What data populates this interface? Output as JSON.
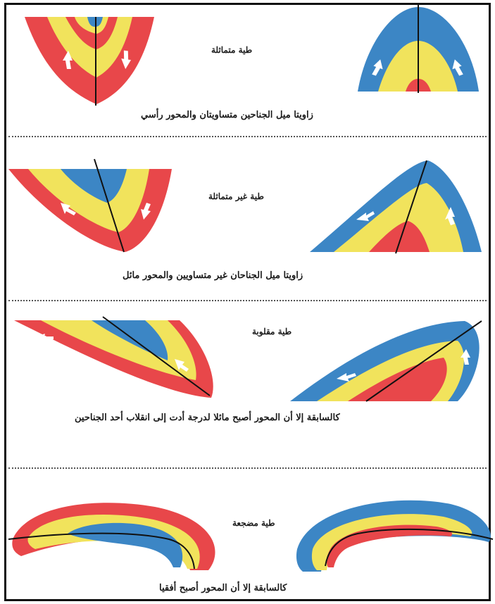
{
  "sections": [
    {
      "title": "طية متماثلة",
      "caption": "زاويتا ميل الجناحين متساويتان والمحور رأسي"
    },
    {
      "title": "طية غير متماثلة",
      "caption": "زاويتا ميل الجناحان غير متساويين والمحور مائل"
    },
    {
      "title": "طية مقلوبة",
      "caption": "كالسابقة إلا أن المحور أصبح مائلا لدرجة أدت إلى انقلاب أحد الجناحين"
    },
    {
      "title": "طية مضجعة",
      "caption": "كالسابقة إلا أن المحور أصبح أفقيا"
    }
  ],
  "colors": {
    "red": "#e8474a",
    "yellow": "#f1e35c",
    "blue": "#3c86c5",
    "axis": "#111111",
    "arrow": "#ffffff"
  }
}
